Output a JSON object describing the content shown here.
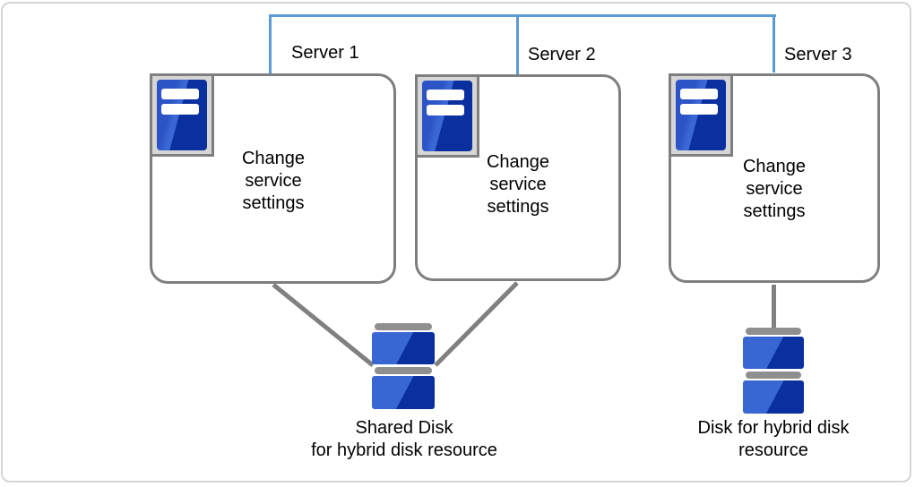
{
  "colors": {
    "network_line": "#5b9bd5",
    "box_border": "#7f7f7f",
    "connector_line": "#808080",
    "server_blue": "#2d54c6",
    "server_blue_dark": "#0a2f9e",
    "disk_blue_light": "#3866d2",
    "disk_blue_dark": "#0a2f9f",
    "disk_cap_gray": "#8f8f8f",
    "icon_frame_fill": "#d6d6d6"
  },
  "icons": {
    "server": "server-icon",
    "shared_disk": "stacked-disk-icon",
    "hybrid_disk": "stacked-disk-icon"
  },
  "servers": [
    {
      "label": "Server 1",
      "service_text": "Change\nservice\nsettings"
    },
    {
      "label": "Server 2",
      "service_text": "Change\nservice\nsettings"
    },
    {
      "label": "Server 3",
      "service_text": "Change\nservice\nsettings"
    }
  ],
  "disks": [
    {
      "name": "shared-disk",
      "caption": "Shared Disk\nfor hybrid disk resource"
    },
    {
      "name": "hybrid-disk",
      "caption": "Disk for hybrid disk\nresource"
    }
  ]
}
